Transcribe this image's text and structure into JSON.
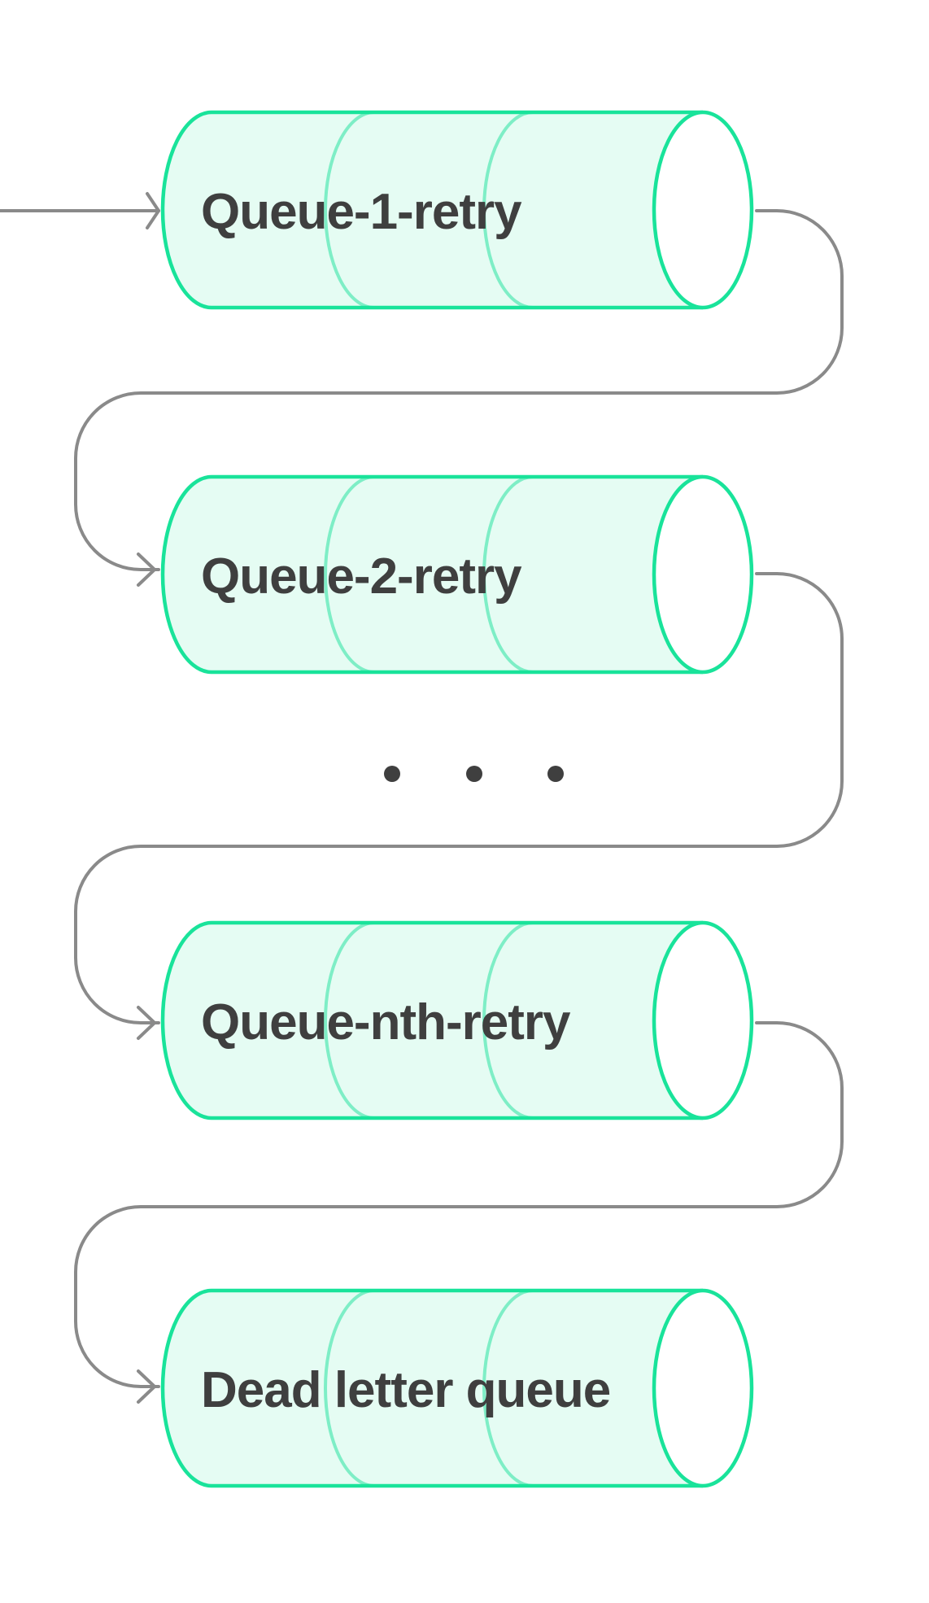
{
  "diagram": {
    "queues": [
      {
        "label": "Queue-1-retry"
      },
      {
        "label": "Queue-2-retry"
      },
      {
        "label": "Queue-nth-retry"
      },
      {
        "label": "Dead letter queue"
      }
    ]
  },
  "colors": {
    "queue_stroke": "#19e39a",
    "queue_inner_stroke": "#7eeec6",
    "queue_fill": "#e5fcf3",
    "queue_cap_fill": "#ffffff",
    "connector": "#8a8a8a",
    "text": "#3f3f3f",
    "ellipsis_dots": "#3f3f3f"
  }
}
